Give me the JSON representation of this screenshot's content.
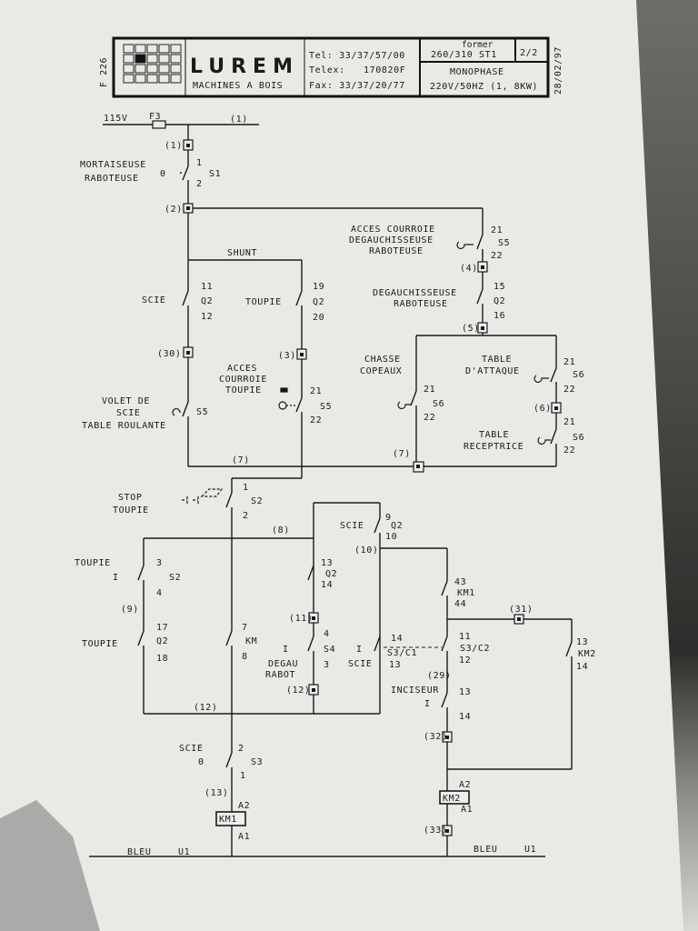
{
  "title_block": {
    "sheet_ref": "F 226",
    "brand": "LUREM",
    "subtitle": "MACHINES A BOIS",
    "tel": "Tel: 33/37/57/00",
    "telex_label": "Telex:",
    "telex_value": "170820F",
    "fax": "Fax: 33/37/20/77",
    "model": "260/310 ST1",
    "model_extra": "former",
    "page": "2/2",
    "phase": "MONOPHASE",
    "supply": "220V/50HZ (1, 8KW)",
    "date": "28/02/97"
  },
  "supply": {
    "voltage": "115V",
    "fuse": "F3",
    "neutral_left": "BLEU",
    "neutral_left_ref": "U1",
    "neutral_right": "BLEU",
    "neutral_right_ref": "U1"
  },
  "terminals": {
    "t1a": "(1)",
    "t1b": "(1)",
    "t2": "(2)",
    "t30": "(30)",
    "t3": "(3)",
    "t4": "(4)",
    "t5": "(5)",
    "t6": "(6)",
    "t7a": "(7)",
    "t7b": "(7)",
    "t8": "(8)",
    "t9": "(9)",
    "t10": "(10)",
    "t11": "(11)",
    "t12a": "(12)",
    "t12b": "(12)",
    "t13": "(13)",
    "t29": "(29)",
    "t31": "(31)",
    "t32": "(32)",
    "t33": "(33)"
  },
  "labels": {
    "mortaiseuse": "MORTAISEUSE",
    "raboteuse": "RABOTEUSE",
    "s1": "S1",
    "s1_top": "1",
    "s1_bot": "2",
    "s1_mark": "0",
    "shunt": "SHUNT",
    "scie": "SCIE",
    "q2_11": "11",
    "q2": "Q2",
    "q2_12": "12",
    "toupie": "TOUPIE",
    "q2_19": "19",
    "q2b": "Q2",
    "q2_20": "20",
    "acces_courroie_deg_1": "ACCES COURROIE",
    "acces_courroie_deg_2": "DEGAUCHISSEUSE",
    "acces_courroie_deg_3": "RABOTEUSE",
    "s5a": "S5",
    "s5a_21": "21",
    "s5a_22": "22",
    "deg_rab_1": "DEGAUCHISSEUSE",
    "deg_rab_2": "RABOTEUSE",
    "q2c": "Q2",
    "q2c_15": "15",
    "q2c_16": "16",
    "acces_toupie_1": "ACCES",
    "acces_toupie_2": "COURROIE",
    "acces_toupie_3": "TOUPIE",
    "s5b": "S5",
    "s5b_21": "21",
    "s5b_22": "22",
    "volet_1": "VOLET DE",
    "volet_2": "SCIE",
    "volet_3": "TABLE ROULANTE",
    "s5c": "S5",
    "chasse_1": "CHASSE",
    "chasse_2": "COPEAUX",
    "s6a": "S6",
    "s6a_21": "21",
    "s6a_22": "22",
    "table_attaque_1": "TABLE",
    "table_attaque_2": "D'ATTAQUE",
    "s6b": "S6",
    "s6b_21": "21",
    "s6b_22": "22",
    "table_recep_1": "TABLE",
    "table_recep_2": "RECEPTRICE",
    "s6c": "S6",
    "s6c_21": "21",
    "s6c_22": "22",
    "stop_1": "STOP",
    "stop_2": "TOUPIE",
    "s2a": "S2",
    "s2a_1": "1",
    "s2a_2": "2",
    "scie_q2": "SCIE",
    "q2d": "Q2",
    "q2d_9": "9",
    "q2d_10": "10",
    "toupie_s2": "TOUPIE",
    "s2b": "S2",
    "s2b_3": "3",
    "s2b_4": "4",
    "s2b_mark": "I",
    "toupie_q2": "TOUPIE",
    "q2e": "Q2",
    "q2e_17": "17",
    "q2e_18": "18",
    "km": "KM",
    "km_7": "7",
    "km_8": "8",
    "q2f": "Q2",
    "q2f_13": "13",
    "q2f_14": "14",
    "s4": "S4",
    "s4_4": "4",
    "s4_3": "3",
    "s4_mark": "I",
    "degau_1": "DEGAU",
    "degau_2": "RABOT",
    "s3c1": "S3/C1",
    "s3c1_14": "14",
    "s3c1_13": "13",
    "s3c1_mark": "I",
    "scie_s3c1": "SCIE",
    "km1_aux": "KM1",
    "km1_43": "43",
    "km1_44": "44",
    "s3c2": "S3/C2",
    "s3c2_11": "11",
    "s3c2_12": "12",
    "km2_aux": "KM2",
    "km2_13": "13",
    "km2_14": "14",
    "inciseur": "INCISEUR",
    "inc_13": "13",
    "inc_14": "14",
    "inc_mark": "I",
    "scie_s3": "SCIE",
    "s3": "S3",
    "s3_2": "2",
    "s3_1": "1",
    "s3_mark": "0",
    "km1_coil": "KM1",
    "km1_a2": "A2",
    "km1_a1": "A1",
    "km2_coil": "KM2",
    "km2_a2": "A2",
    "km2_a1": "A1"
  }
}
